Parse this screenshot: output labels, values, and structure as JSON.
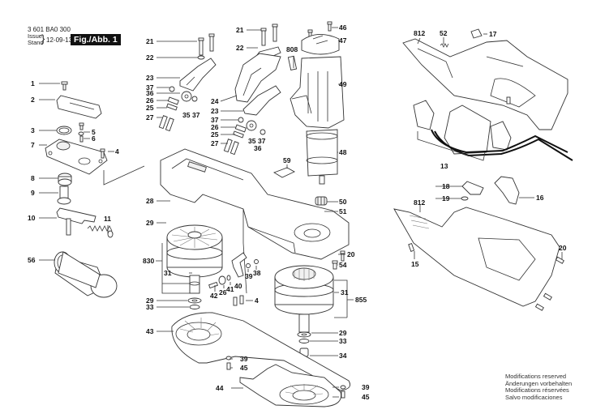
{
  "header": {
    "part_number": "3 601 BA0 300",
    "issue_label": "Issue",
    "stand_label": "Stand",
    "date": "12-09-13",
    "figure": "Fig./Abb. 1"
  },
  "notes": [
    "Modifications reserved",
    "Änderungen vorbehalten",
    "Modifications réservées",
    "Salvo modificaciones"
  ],
  "callouts": [
    {
      "id": "c1",
      "text": "1"
    },
    {
      "id": "c2",
      "text": "2"
    },
    {
      "id": "c3",
      "text": "3"
    },
    {
      "id": "c5",
      "text": "5"
    },
    {
      "id": "c6",
      "text": "6"
    },
    {
      "id": "c7",
      "text": "7"
    },
    {
      "id": "c4a",
      "text": "4"
    },
    {
      "id": "c8",
      "text": "8"
    },
    {
      "id": "c9",
      "text": "9"
    },
    {
      "id": "c10",
      "text": "10"
    },
    {
      "id": "c11",
      "text": "11"
    },
    {
      "id": "c56",
      "text": "56"
    },
    {
      "id": "c21a",
      "text": "21"
    },
    {
      "id": "c22a",
      "text": "22"
    },
    {
      "id": "c23a",
      "text": "23"
    },
    {
      "id": "c37a",
      "text": "37"
    },
    {
      "id": "c36a",
      "text": "36"
    },
    {
      "id": "c26a",
      "text": "26"
    },
    {
      "id": "c25a",
      "text": "25"
    },
    {
      "id": "c27a",
      "text": "27"
    },
    {
      "id": "c35a",
      "text": "35"
    },
    {
      "id": "c37b",
      "text": "37"
    },
    {
      "id": "c21b",
      "text": "21"
    },
    {
      "id": "c22b",
      "text": "22"
    },
    {
      "id": "c24",
      "text": "24"
    },
    {
      "id": "c23b",
      "text": "23"
    },
    {
      "id": "c37c",
      "text": "37"
    },
    {
      "id": "c26b",
      "text": "26"
    },
    {
      "id": "c25b",
      "text": "25"
    },
    {
      "id": "c27b",
      "text": "27"
    },
    {
      "id": "c35b",
      "text": "35"
    },
    {
      "id": "c37d",
      "text": "37"
    },
    {
      "id": "c36b",
      "text": "36"
    },
    {
      "id": "c808",
      "text": "808"
    },
    {
      "id": "c46",
      "text": "46"
    },
    {
      "id": "c47",
      "text": "47"
    },
    {
      "id": "c49",
      "text": "49"
    },
    {
      "id": "c48",
      "text": "48"
    },
    {
      "id": "c59",
      "text": "59"
    },
    {
      "id": "c50",
      "text": "50"
    },
    {
      "id": "c51",
      "text": "51"
    },
    {
      "id": "c28",
      "text": "28"
    },
    {
      "id": "c29a",
      "text": "29"
    },
    {
      "id": "c830",
      "text": "830"
    },
    {
      "id": "c31a",
      "text": "31"
    },
    {
      "id": "c29b",
      "text": "29"
    },
    {
      "id": "c33a",
      "text": "33"
    },
    {
      "id": "c43",
      "text": "43"
    },
    {
      "id": "c42",
      "text": "42"
    },
    {
      "id": "c26c",
      "text": "26"
    },
    {
      "id": "c41",
      "text": "41"
    },
    {
      "id": "c40",
      "text": "40"
    },
    {
      "id": "c39a",
      "text": "39"
    },
    {
      "id": "c38",
      "text": "38"
    },
    {
      "id": "c4b",
      "text": "4"
    },
    {
      "id": "c20a",
      "text": "20"
    },
    {
      "id": "c54",
      "text": "54"
    },
    {
      "id": "c31b",
      "text": "31"
    },
    {
      "id": "c855",
      "text": "855"
    },
    {
      "id": "c29c",
      "text": "29"
    },
    {
      "id": "c33b",
      "text": "33"
    },
    {
      "id": "c34",
      "text": "34"
    },
    {
      "id": "c39b",
      "text": "39"
    },
    {
      "id": "c45a",
      "text": "45"
    },
    {
      "id": "c44",
      "text": "44"
    },
    {
      "id": "c39c",
      "text": "39"
    },
    {
      "id": "c45b",
      "text": "45"
    },
    {
      "id": "c812a",
      "text": "812"
    },
    {
      "id": "c52",
      "text": "52"
    },
    {
      "id": "c17",
      "text": "17"
    },
    {
      "id": "c13",
      "text": "13"
    },
    {
      "id": "c18",
      "text": "18"
    },
    {
      "id": "c19",
      "text": "19"
    },
    {
      "id": "c16",
      "text": "16"
    },
    {
      "id": "c812b",
      "text": "812"
    },
    {
      "id": "c15",
      "text": "15"
    },
    {
      "id": "c20b",
      "text": "20"
    }
  ]
}
